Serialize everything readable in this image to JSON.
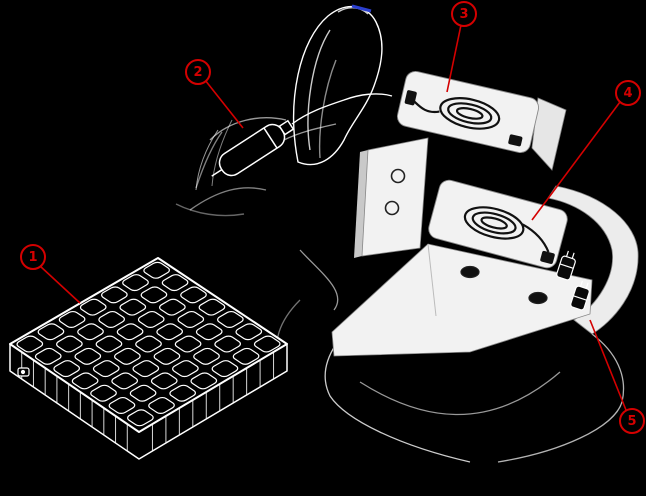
{
  "diagram": {
    "callouts": [
      {
        "label": "1"
      },
      {
        "label": "2"
      },
      {
        "label": "3"
      },
      {
        "label": "4"
      },
      {
        "label": "5"
      }
    ],
    "colors": {
      "background": "#000000",
      "line_art": "#ffffff",
      "callout_red": "#d40000",
      "panel_fill": "#f2f2f2",
      "accent_mark": "#2b3fd0"
    }
  }
}
